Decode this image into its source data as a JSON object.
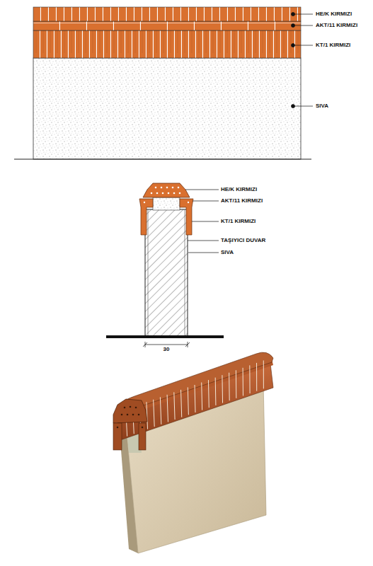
{
  "diagram": {
    "labels": [
      "HE/K KIRMIZI",
      "AKT/11 KIRMIZI",
      "KT/1 KIRMIZI",
      "SIVA",
      "HE/K KIRMIZI",
      "AKT/11 KIRMIZI",
      "KT/1 KIRMIZI",
      "TAŞIYICI DUVAR",
      "SIVA",
      "30"
    ]
  }
}
